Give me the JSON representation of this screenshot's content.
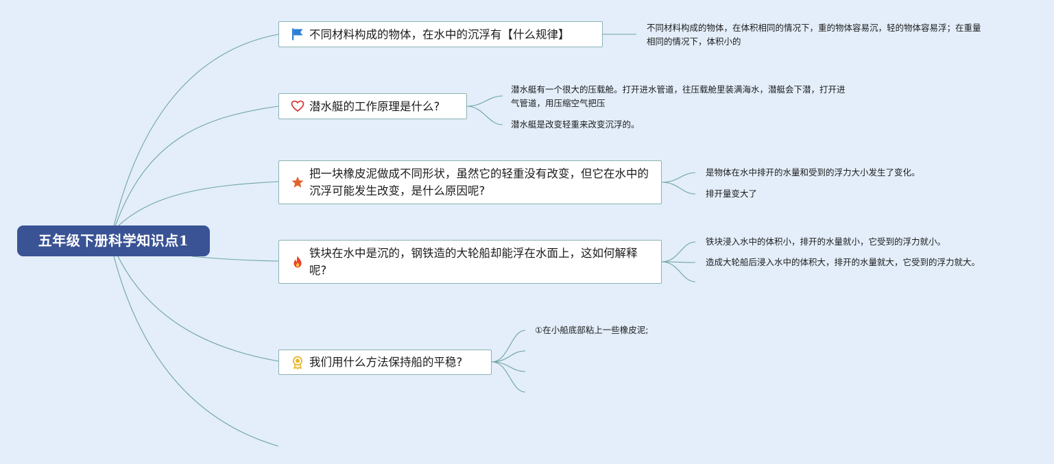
{
  "root": {
    "label": "五年级下册科学知识点1"
  },
  "topics": [
    {
      "icon": "flag-icon",
      "label": "不同材料构成的物体，在水中的沉浮有【什么规律】",
      "notes": [
        "不同材料构成的物体，在体积相同的情况下，重的物体容易沉，轻的物体容易浮；在重量相同的情况下，体积小的"
      ]
    },
    {
      "icon": "heart-icon",
      "label": "潜水艇的工作原理是什么?",
      "notes": [
        "潜水艇有一个很大的压载舱。打开进水管道，往压载舱里装满海水，潜艇会下潜，打开进气管道，用压缩空气把压",
        "潜水艇是改变轻重来改变沉浮的。"
      ]
    },
    {
      "icon": "star-icon",
      "label": "把一块橡皮泥做成不同形状，虽然它的轻重没有改变，但它在水中的沉浮可能发生改变，是什么原因呢?",
      "notes": [
        "是物体在水中排开的水量和受到的浮力大小发生了变化。",
        "排开量变大了"
      ]
    },
    {
      "icon": "fire-icon",
      "label": "铁块在水中是沉的，钢铁造的大轮船却能浮在水面上，这如何解释呢?",
      "notes": [
        "铁块浸入水中的体积小，排开的水量就小，它受到的浮力就小。",
        "造成大轮船后浸入水中的体积大，排开的水量就大，它受到的浮力就大。"
      ]
    },
    {
      "icon": "award-medal-icon",
      "label": "我们用什么方法保持船的平稳?",
      "notes": [
        "①在小船底部粘上一些橡皮泥;"
      ]
    }
  ],
  "colors": {
    "background": "#e3eefa",
    "root_fill": "#3a5394",
    "connector": "#6fa3a3",
    "topic_border": "#8bb1b1"
  }
}
